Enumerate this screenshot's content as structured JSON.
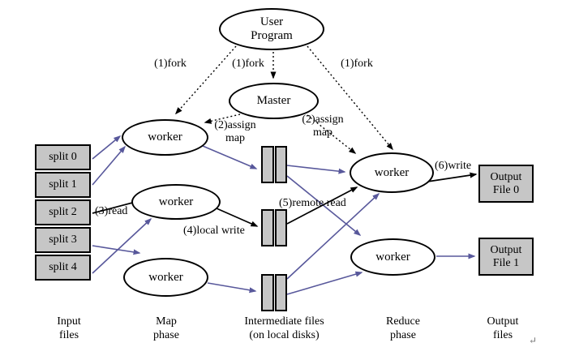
{
  "colors": {
    "arrow_blue": "#58589b",
    "arrow_black": "#000000",
    "node_fill": "#ffffff",
    "box_fill": "#c6c6c6",
    "border": "#000000"
  },
  "nodes": {
    "user_program": {
      "line1": "User",
      "line2": "Program"
    },
    "master": {
      "label": "Master"
    },
    "map_workers": [
      {
        "label": "worker"
      },
      {
        "label": "worker"
      },
      {
        "label": "worker"
      }
    ],
    "reduce_workers": [
      {
        "label": "worker"
      },
      {
        "label": "worker"
      }
    ],
    "splits": [
      {
        "label": "split 0"
      },
      {
        "label": "split 1"
      },
      {
        "label": "split 2"
      },
      {
        "label": "split 3"
      },
      {
        "label": "split 4"
      }
    ],
    "output_files": [
      {
        "line1": "Output",
        "line2": "File 0"
      },
      {
        "line1": "Output",
        "line2": "File 1"
      }
    ]
  },
  "edge_labels": {
    "fork_left": "(1)fork",
    "fork_middle": "(1)fork",
    "fork_right": "(1)fork",
    "assign_left": {
      "line1": "(2)assign",
      "line2": "map"
    },
    "assign_right": {
      "line1": "(2)assign",
      "line2": "map"
    },
    "read": "(3)read",
    "local_write": "(4)local write",
    "remote_read": "(5)remote read",
    "write": "(6)write"
  },
  "phase_labels": {
    "input": {
      "line1": "Input",
      "line2": "files"
    },
    "map": {
      "line1": "Map",
      "line2": "phase"
    },
    "intermediate": {
      "line1": "Intermediate files",
      "line2": "(on local disks)"
    },
    "reduce": {
      "line1": "Reduce",
      "line2": "phase"
    },
    "output": {
      "line1": "Output",
      "line2": "files"
    }
  },
  "paragraph_mark": "↵"
}
